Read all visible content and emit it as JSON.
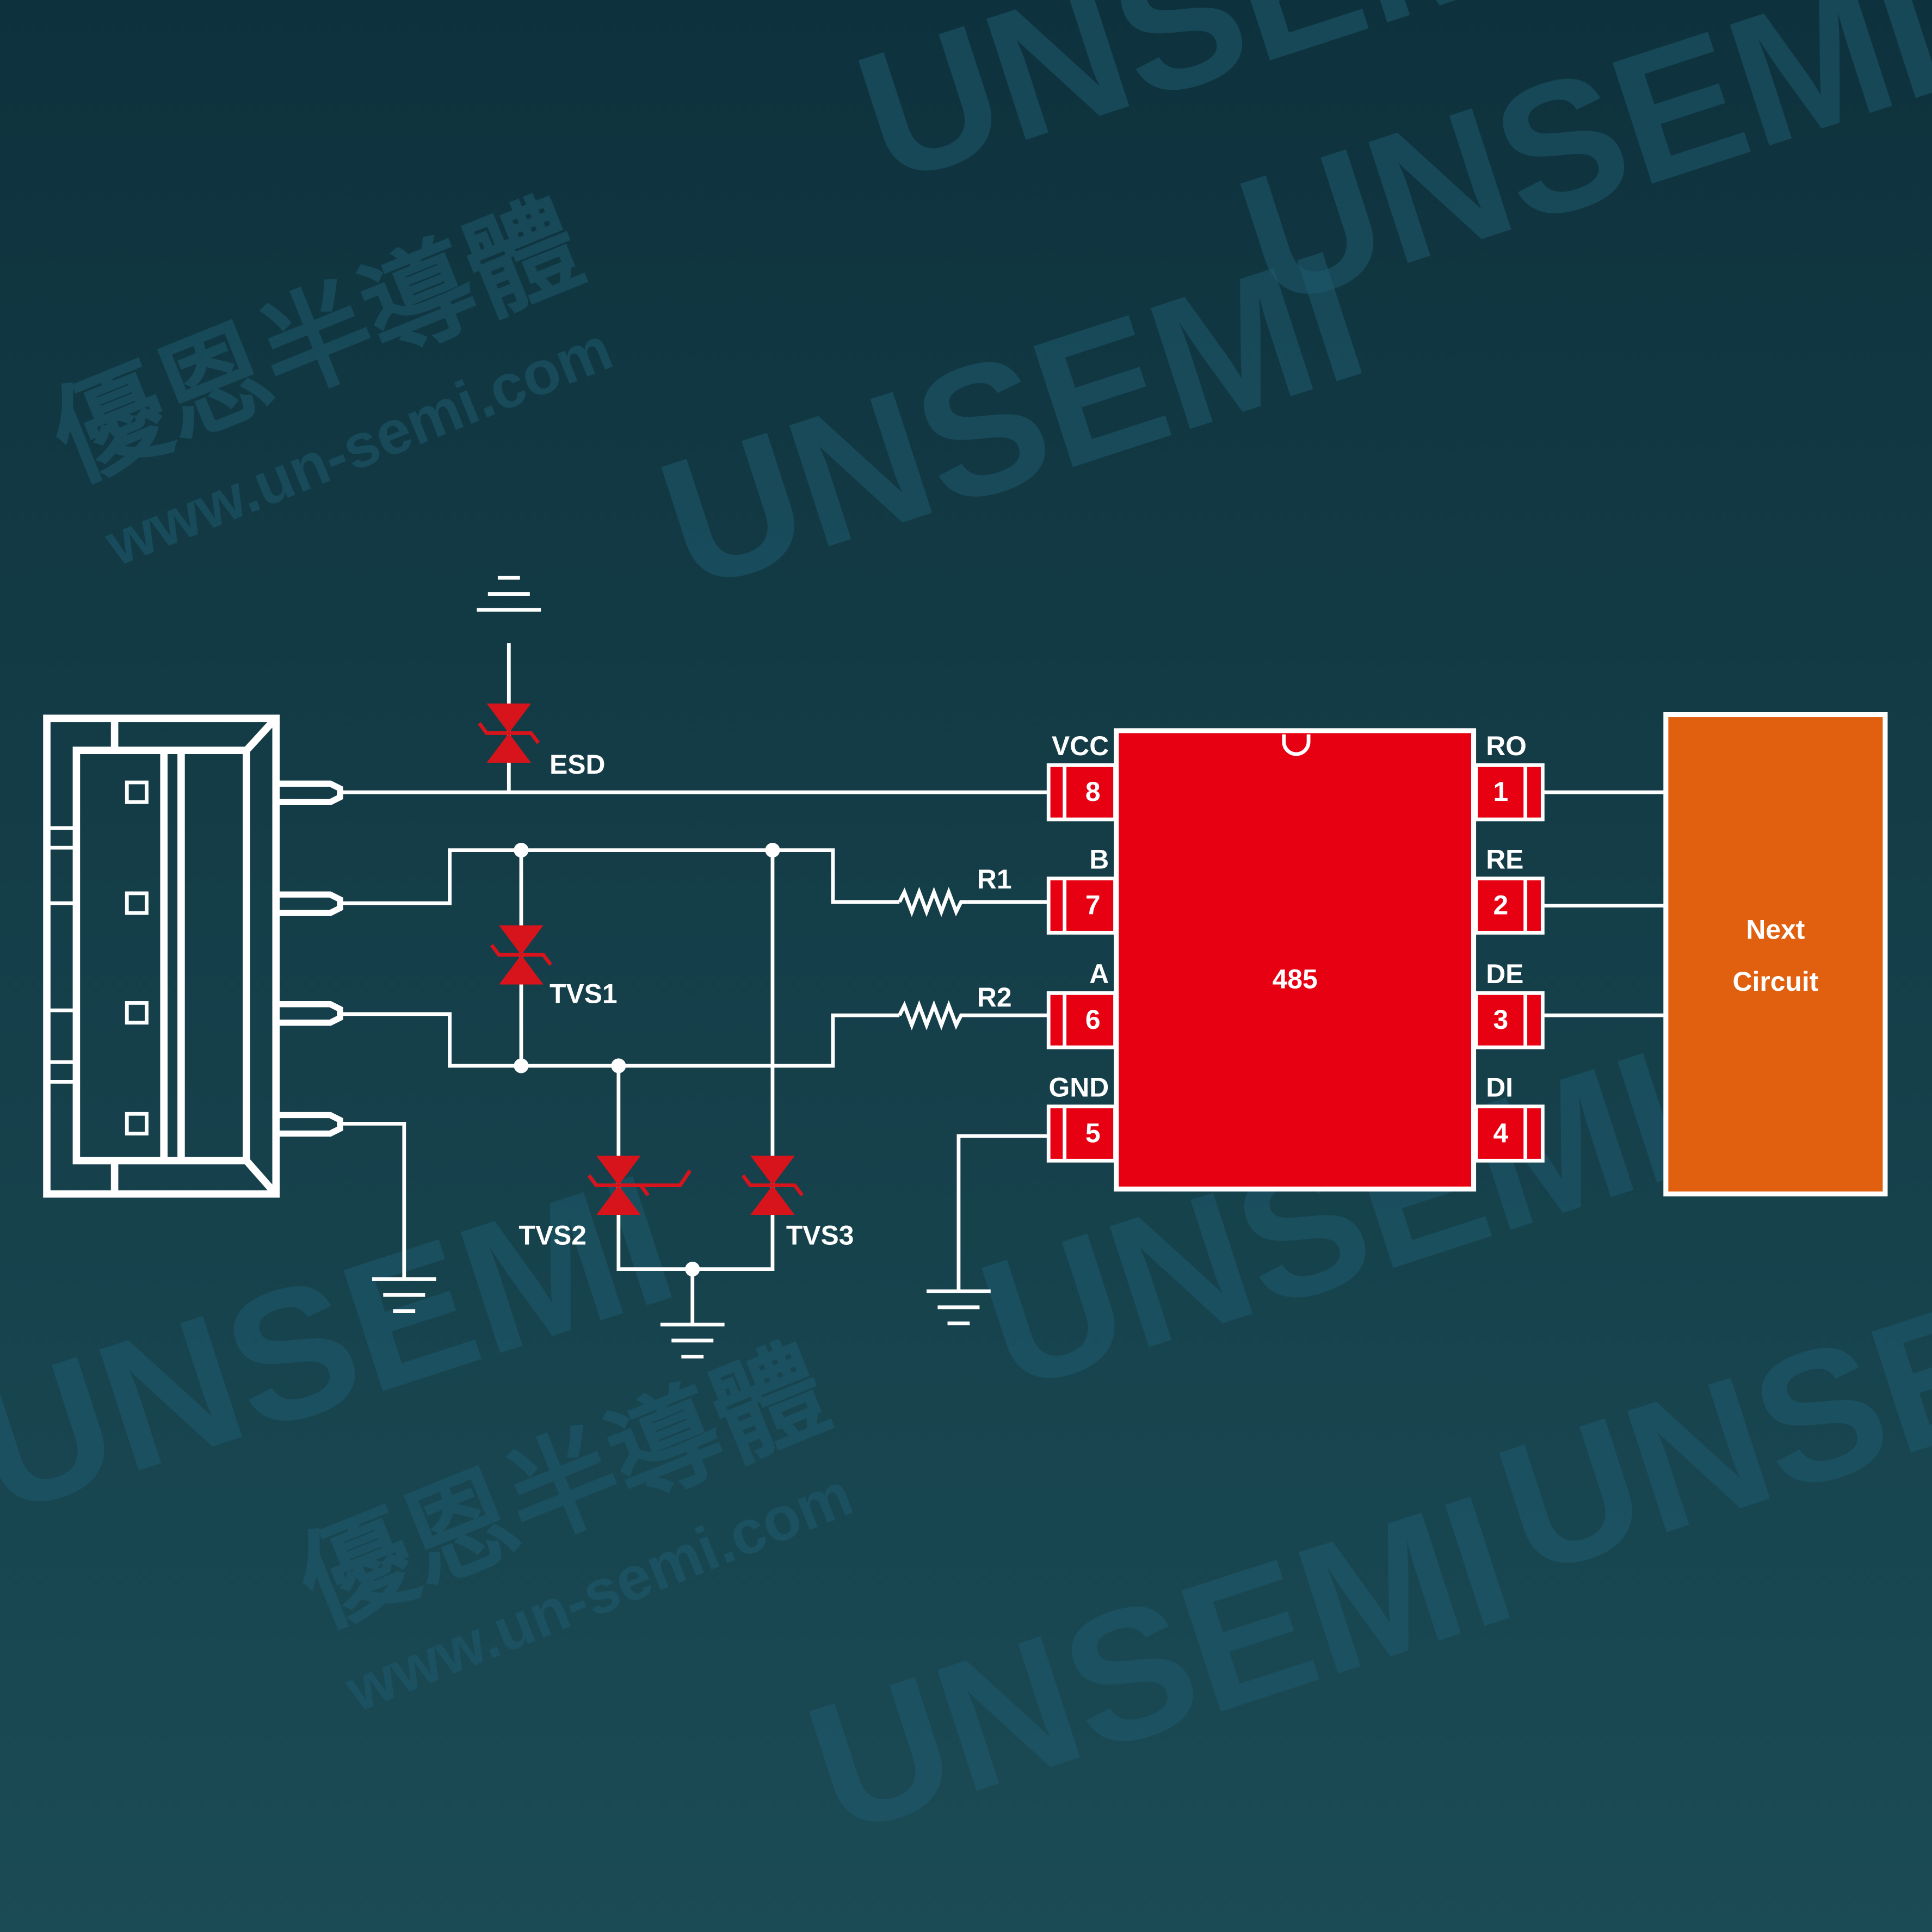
{
  "watermark": {
    "logo": "UNSEMI",
    "company": "優恩半導體",
    "url": "www.un-semi.com"
  },
  "chip": {
    "name": "485",
    "left_pins": [
      {
        "name": "VCC",
        "num": "8"
      },
      {
        "name": "B",
        "num": "7"
      },
      {
        "name": "A",
        "num": "6"
      },
      {
        "name": "GND",
        "num": "5"
      }
    ],
    "right_pins": [
      {
        "name": "RO",
        "num": "1"
      },
      {
        "name": "RE",
        "num": "2"
      },
      {
        "name": "DE",
        "num": "3"
      },
      {
        "name": "DI",
        "num": "4"
      }
    ]
  },
  "components": {
    "esd": "ESD",
    "tvs1": "TVS1",
    "tvs2": "TVS2",
    "tvs3": "TVS3",
    "r1": "R1",
    "r2": "R2"
  },
  "next_circuit": {
    "line1": "Next",
    "line2": "Circuit"
  },
  "colors": {
    "chip": "#e60012",
    "diode": "#d7141b",
    "next": "#e06010",
    "bg_top": "#0e323d",
    "bg_bottom": "#1b4b55"
  }
}
